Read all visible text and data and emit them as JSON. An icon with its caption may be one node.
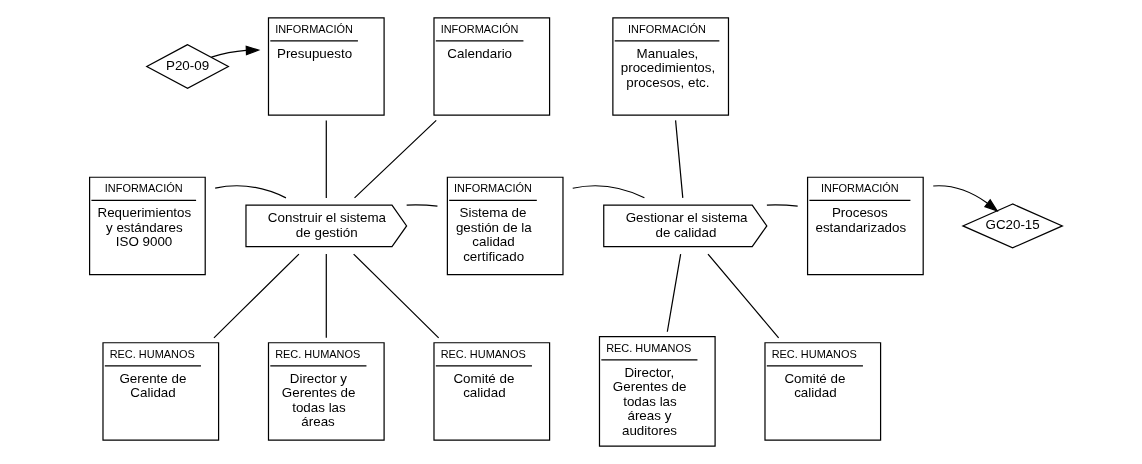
{
  "diagram": {
    "nodes": [
      {
        "text": [
          "P20-09"
        ]
      },
      {
        "text": [
          "INFORMACIÓN",
          "Presupuesto"
        ]
      },
      {
        "text": [
          "INFORMACIÓN",
          "Calendario"
        ]
      },
      {
        "text": [
          "INFORMACIÓN",
          "Manuales, procedimientos, procesos, etc."
        ]
      },
      {
        "text": [
          "INFORMACIÓN",
          "Requerimientos y estándares ISO 9000"
        ]
      },
      {
        "text": [
          "Construir el sistema de gestión"
        ]
      },
      {
        "text": [
          "INFORMACIÓN",
          "Sistema de gestión de la calidad certificado"
        ]
      },
      {
        "text": [
          "Gestionar el sistema de calidad"
        ]
      },
      {
        "text": [
          "INFORMACIÓN",
          "Procesos estandarizados"
        ]
      },
      {
        "text": [
          "GC20-15"
        ]
      },
      {
        "text": [
          "REC. HUMANOS",
          "Gerente de Calidad"
        ]
      },
      {
        "text": [
          "REC. HUMANOS",
          "Director y Gerentes de todas las áreas"
        ]
      },
      {
        "text": [
          "REC. HUMANOS",
          "Comité de calidad"
        ]
      },
      {
        "text": [
          "REC. HUMANOS",
          "Director, Gerentes de todas las áreas y auditores"
        ]
      },
      {
        "text": [
          "REC. HUMANOS",
          "Comité de calidad"
        ]
      }
    ],
    "edges": [
      {
        "from": 0,
        "to": 1,
        "arrow": "to"
      },
      {
        "from": 1,
        "to": 5,
        "arrow": "none"
      },
      {
        "from": 2,
        "to": 5,
        "arrow": "none"
      },
      {
        "from": 4,
        "to": 5,
        "arrow": "none"
      },
      {
        "from": 5,
        "to": 6,
        "arrow": "none"
      },
      {
        "from": 6,
        "to": 7,
        "arrow": "none"
      },
      {
        "from": 3,
        "to": 7,
        "arrow": "none"
      },
      {
        "from": 7,
        "to": 8,
        "arrow": "none"
      },
      {
        "from": 8,
        "to": 9,
        "arrow": "to"
      },
      {
        "from": 5,
        "to": 10,
        "arrow": "none"
      },
      {
        "from": 5,
        "to": 11,
        "arrow": "none"
      },
      {
        "from": 5,
        "to": 12,
        "arrow": "none"
      },
      {
        "from": 7,
        "to": 13,
        "arrow": "none"
      },
      {
        "from": 7,
        "to": 14,
        "arrow": "none"
      }
    ]
  }
}
